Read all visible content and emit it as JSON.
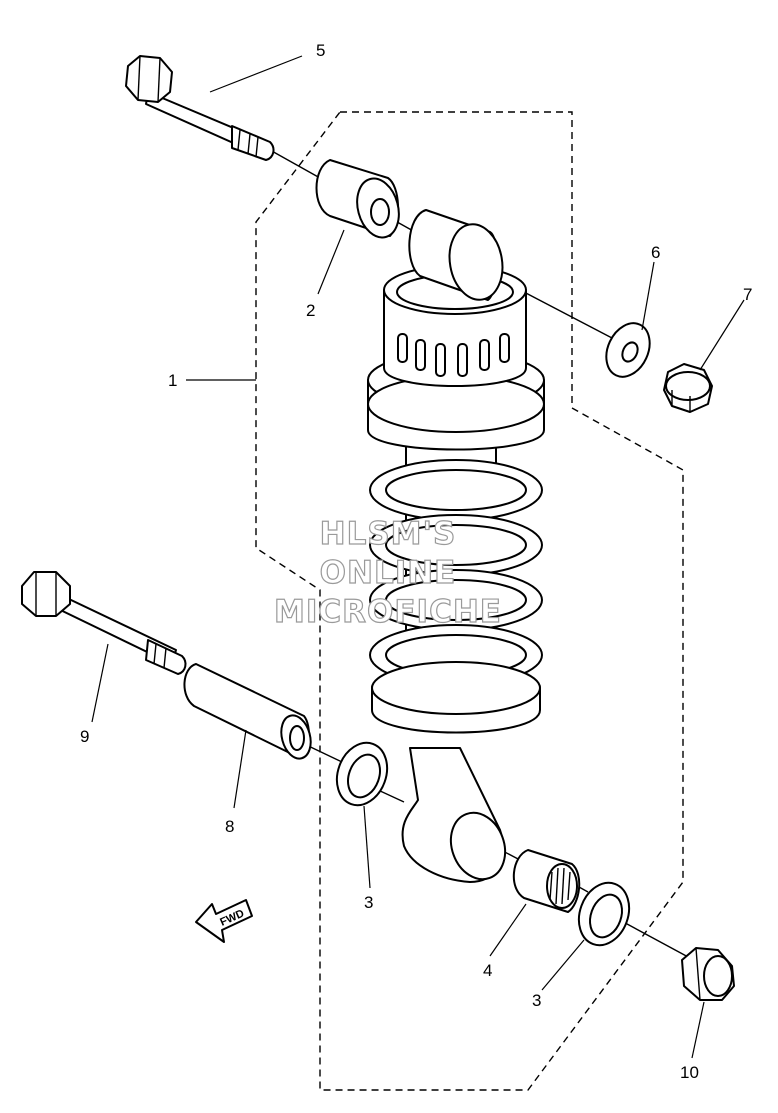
{
  "watermark": {
    "line1": "HLSM'S",
    "line2": "ONLINE",
    "line3": "MICROFICHE"
  },
  "direction_arrow": {
    "label": "FWD"
  },
  "callouts": {
    "c1": "1",
    "c2": "2",
    "c3a": "3",
    "c3b": "3",
    "c4": "4",
    "c5": "5",
    "c6": "6",
    "c7": "7",
    "c8": "8",
    "c9": "9",
    "c10": "10"
  },
  "colors": {
    "line": "#000000",
    "background": "#ffffff",
    "watermark_outline": "#9a9a9a"
  }
}
